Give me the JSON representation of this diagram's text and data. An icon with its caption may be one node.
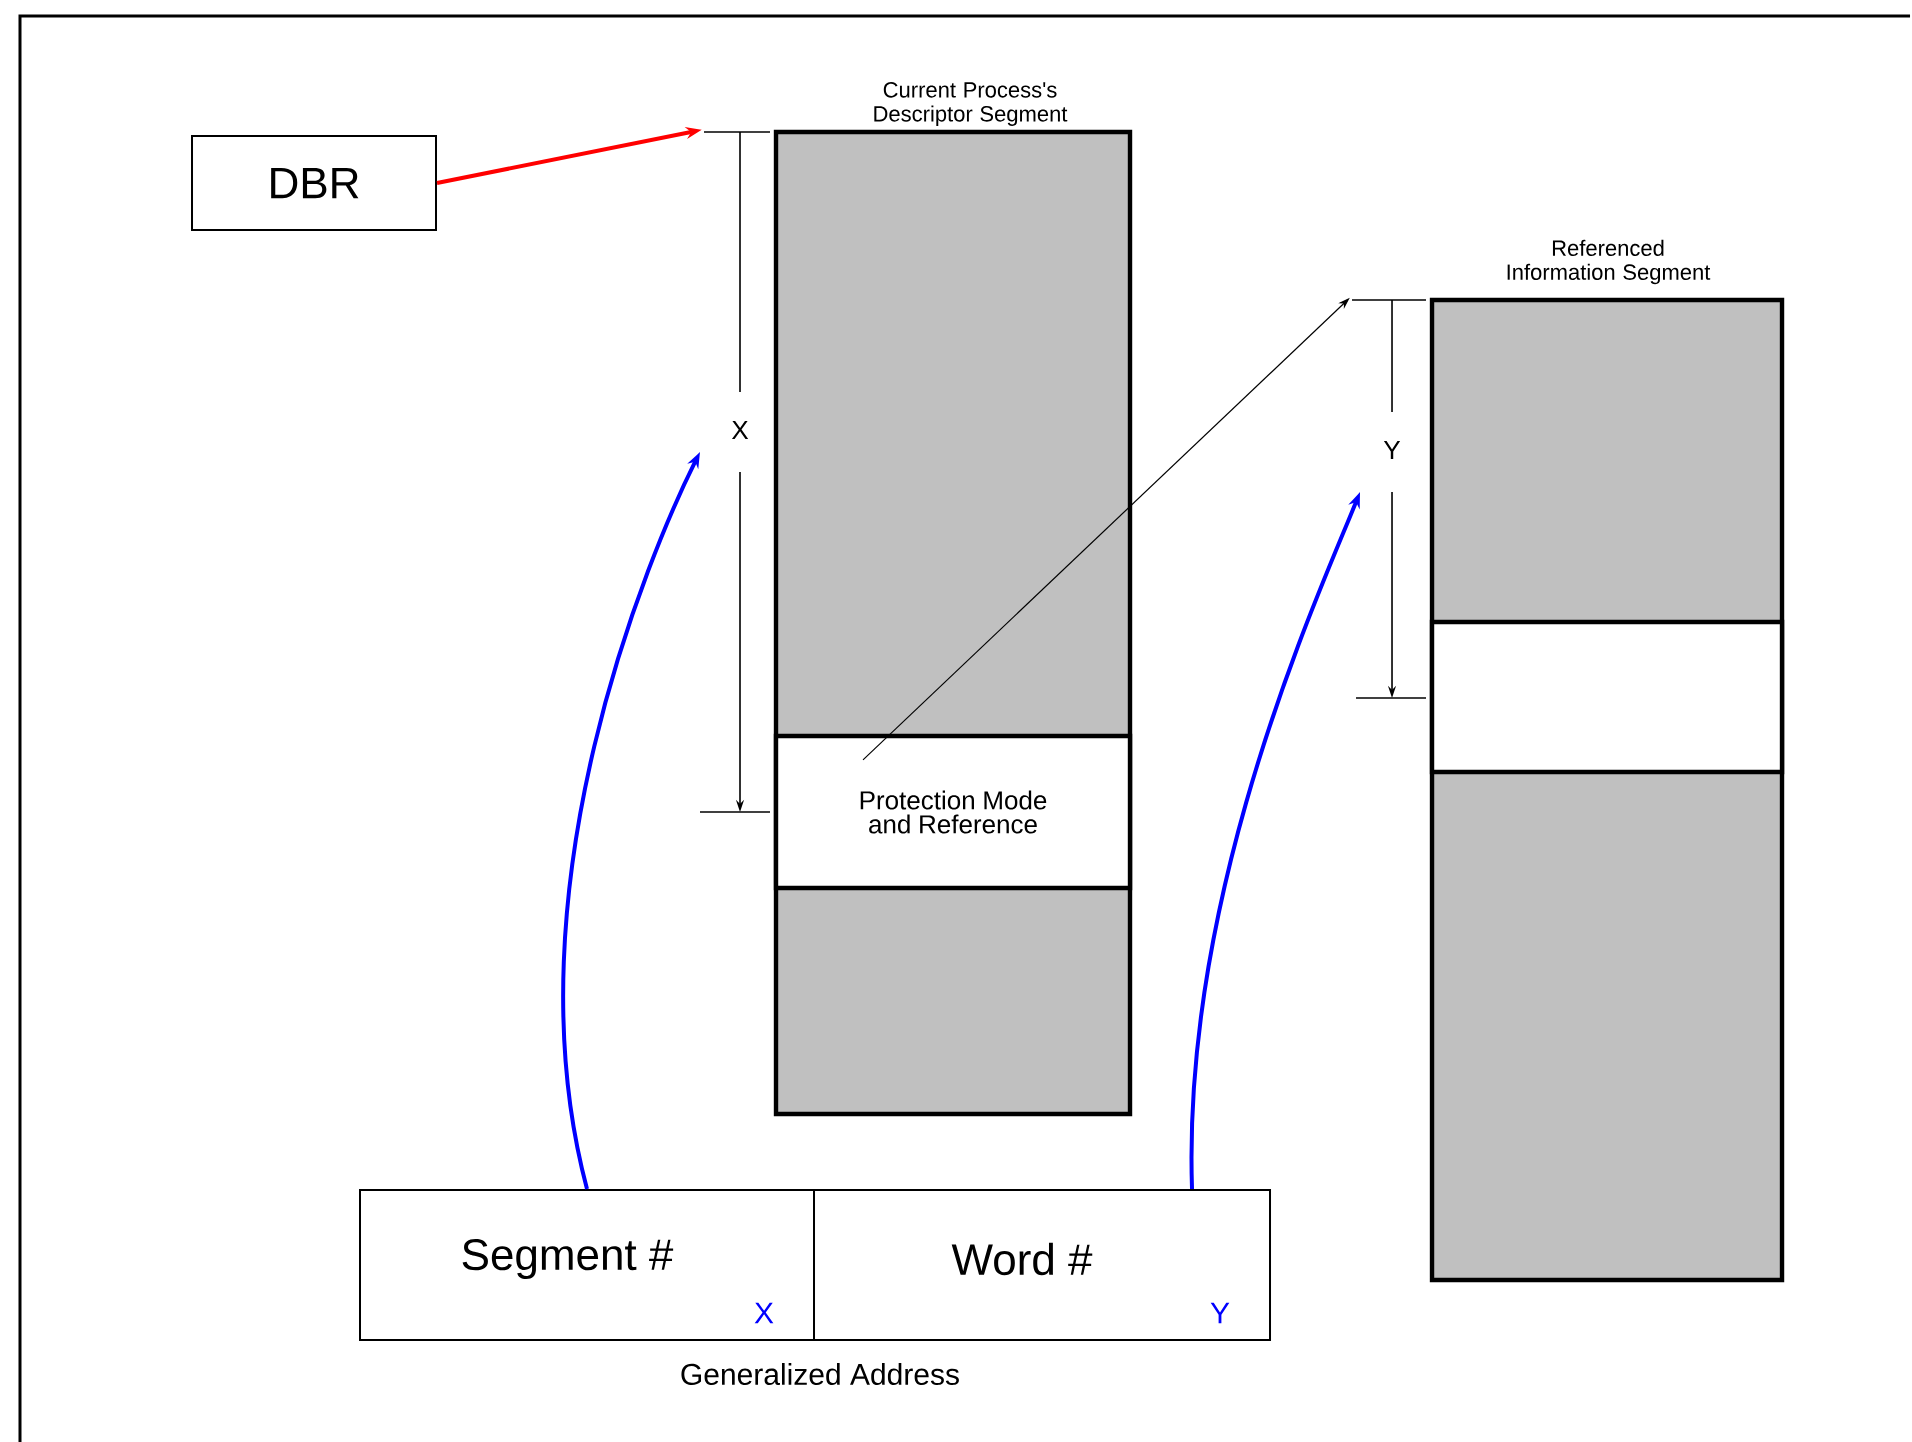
{
  "diagram": {
    "nodes": [
      {
        "text": [
          "DBR"
        ]
      },
      {
        "text": [
          "Current Process's Descriptor Segment"
        ]
      },
      {
        "text": [
          "Protection Mode and Reference"
        ],
        "in": 1
      },
      {
        "text": [
          "Referenced Information Segment"
        ]
      },
      {
        "text": [],
        "shape": "box",
        "in": 3
      },
      {
        "text": [
          "Segment #",
          "X"
        ]
      },
      {
        "text": [
          "Word #",
          "Y"
        ]
      }
    ],
    "edges": [
      {
        "from": 0,
        "to": 1,
        "arrow": "to",
        "color": "#ff0000"
      },
      {
        "from": 2,
        "to": 3,
        "arrow": "to",
        "color": "#000000"
      },
      {
        "from": 5,
        "to": null,
        "arrow": "to",
        "color": "#0000ff"
      },
      {
        "from": 6,
        "to": null,
        "arrow": "to",
        "color": "#0000ff"
      }
    ],
    "labels": [
      "X",
      "Y",
      "Generalized Address"
    ]
  }
}
